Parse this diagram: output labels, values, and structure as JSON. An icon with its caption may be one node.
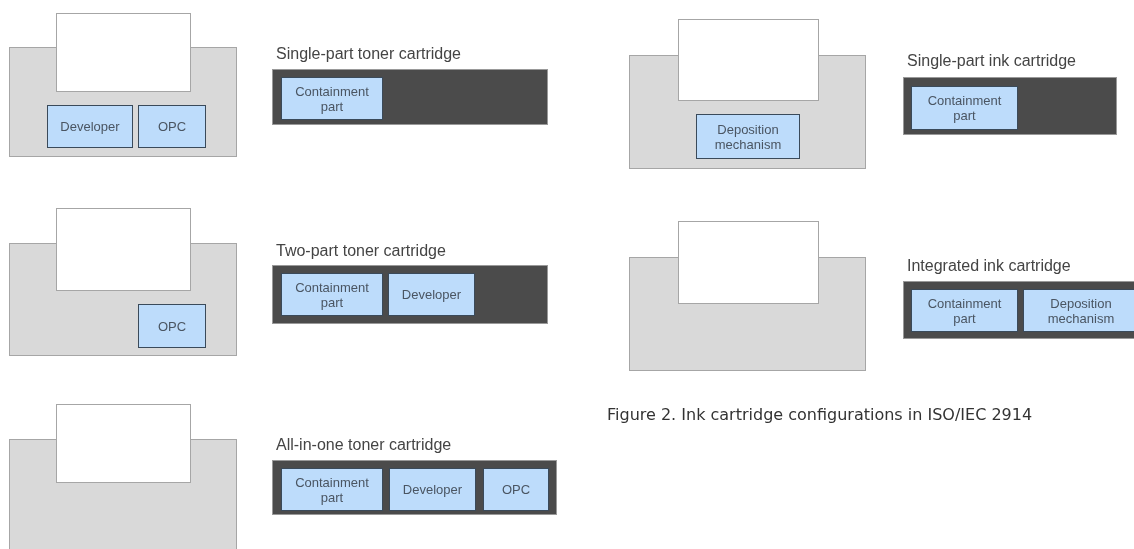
{
  "diagram": {
    "caption": "Figure 2. Ink cartridge configurations in ISO/IEC 2914",
    "nodes": [
      {
        "text": [],
        "shape": "box"
      },
      {
        "text": [
          "Developer"
        ],
        "in": 0
      },
      {
        "text": [
          "OPC"
        ],
        "in": 0
      },
      {
        "text": [
          "Single-part toner cartridge"
        ]
      },
      {
        "text": [
          "Containment part"
        ],
        "in": 3
      },
      {
        "text": [],
        "shape": "box"
      },
      {
        "text": [
          "Deposition mechanism"
        ],
        "in": 5
      },
      {
        "text": [
          "Single-part ink cartridge"
        ]
      },
      {
        "text": [
          "Containment part"
        ],
        "in": 7
      },
      {
        "text": [],
        "shape": "box"
      },
      {
        "text": [
          "OPC"
        ],
        "in": 9
      },
      {
        "text": [
          "Two-part toner cartridge"
        ]
      },
      {
        "text": [
          "Containment part"
        ],
        "in": 11
      },
      {
        "text": [
          "Developer"
        ],
        "in": 11
      },
      {
        "text": [],
        "shape": "box"
      },
      {
        "text": [
          "Integrated ink cartridge"
        ]
      },
      {
        "text": [
          "Containment part"
        ],
        "in": 15
      },
      {
        "text": [
          "Deposition mechanism"
        ],
        "in": 15
      },
      {
        "text": [],
        "shape": "box"
      },
      {
        "text": [
          "All-in-one toner cartridge"
        ]
      },
      {
        "text": [
          "Containment part"
        ],
        "in": 19
      },
      {
        "text": [
          "Developer"
        ],
        "in": 19
      },
      {
        "text": [
          "OPC"
        ],
        "in": 19
      }
    ],
    "edges": []
  }
}
